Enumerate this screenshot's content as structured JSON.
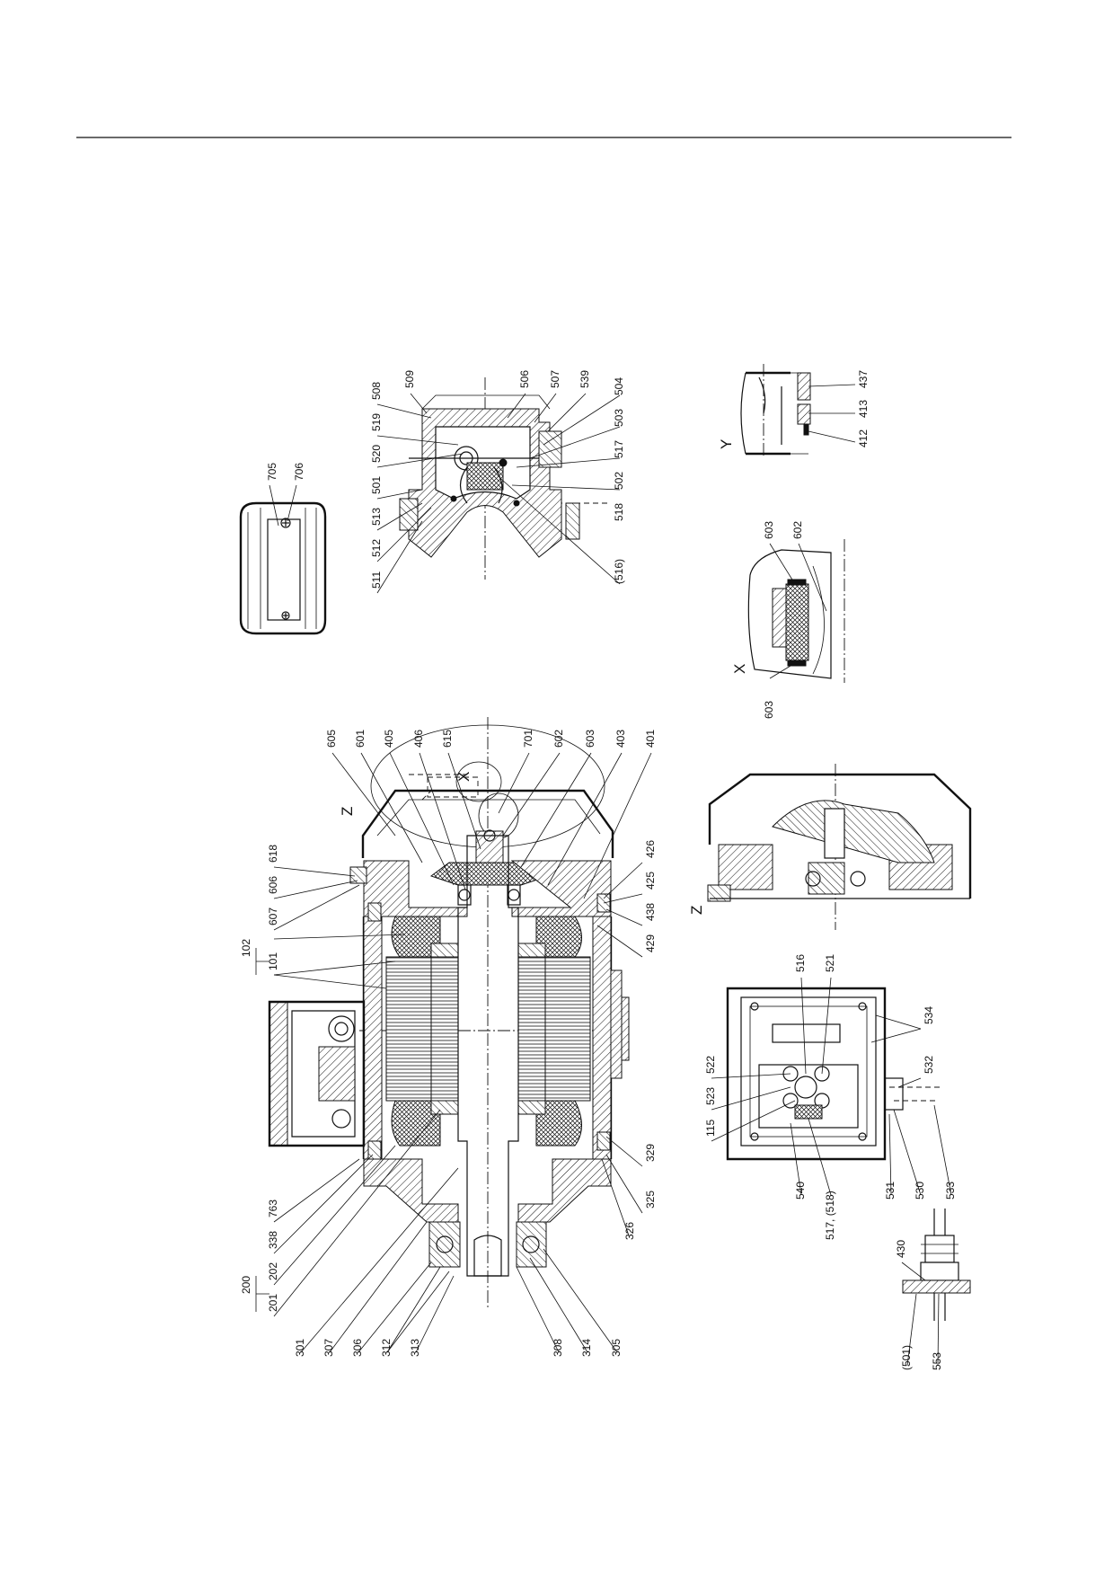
{
  "main_view": {
    "labels_top": [
      "605",
      "601",
      "405",
      "406",
      "615",
      "701",
      "602",
      "603",
      "403",
      "401"
    ],
    "labels_left_upper": [
      "618",
      "606",
      "607"
    ],
    "labels_bracket_102": [
      "102",
      "101"
    ],
    "labels_left_lower": [
      "763",
      "338",
      "202",
      "201"
    ],
    "label_200": "200",
    "labels_bottom": [
      "301",
      "307",
      "306",
      "312",
      "313",
      "308",
      "314",
      "305"
    ],
    "labels_right": [
      "426",
      "425",
      "438",
      "429",
      "329",
      "325",
      "326"
    ],
    "view_markers": [
      "Z",
      "X"
    ]
  },
  "fan_cover_detail": {
    "labels": [
      "705",
      "706"
    ]
  },
  "terminal_section": {
    "labels_top": [
      "508",
      "519",
      "520",
      "501",
      "513",
      "512",
      "511",
      "509",
      "506",
      "507",
      "539",
      "504"
    ],
    "labels_bottom": [
      "503",
      "517",
      "502",
      "518",
      "(516)"
    ]
  },
  "detail_y": {
    "marker": "Y",
    "labels": [
      "437",
      "413",
      "412"
    ]
  },
  "detail_x": {
    "marker": "X",
    "labels": [
      "603",
      "602",
      "603"
    ]
  },
  "detail_z": {
    "marker": "Z"
  },
  "terminal_box_top": {
    "labels": [
      "516",
      "521",
      "522",
      "523",
      "115",
      "534",
      "532",
      "540",
      "517, (518)",
      "531",
      "530",
      "533"
    ]
  },
  "cable_gland_detail": {
    "labels": [
      "430",
      "(501)",
      "553"
    ]
  }
}
